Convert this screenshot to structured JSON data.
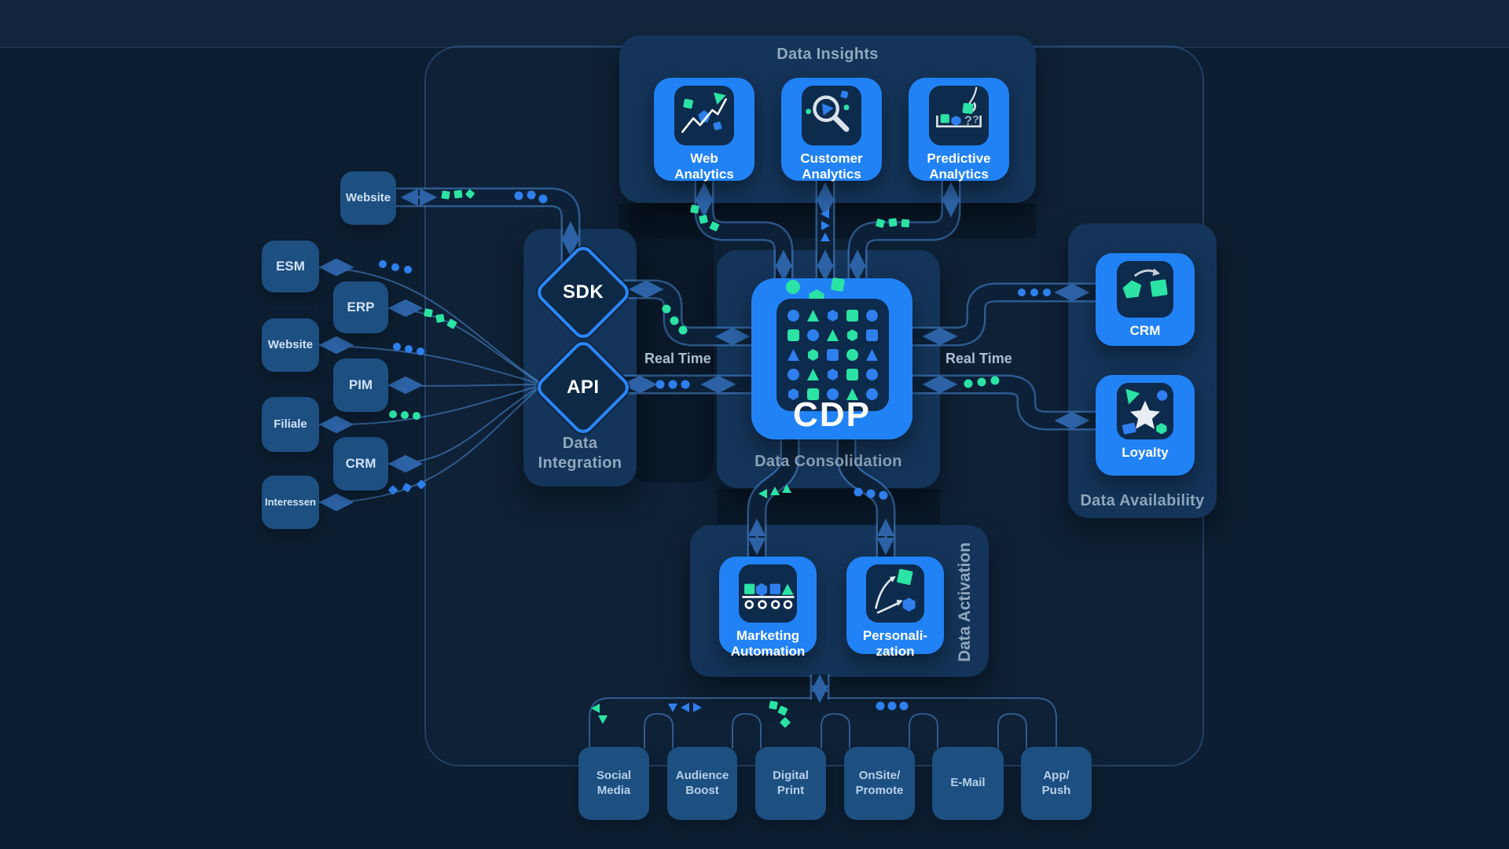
{
  "colors": {
    "bg": "#0c1e31",
    "band": "#12273d",
    "panel": "#143459",
    "bright": "#2182f6",
    "icondark": "#0d2b4d",
    "node": "#1d4f81",
    "nodetext": "#cfe3f7",
    "caption": "#90a7bd",
    "green": "#2be3a4",
    "dotblue": "#2f80ee",
    "arrow": "#2d63a6",
    "pipefill": "#0c2138",
    "muted": "#aabfd2"
  },
  "insights": {
    "title": "Data Insights",
    "boxes": [
      {
        "label": "Web\nAnalytics"
      },
      {
        "label": "Customer\nAnalytics"
      },
      {
        "label": "Predictive\nAnalytics"
      }
    ]
  },
  "integration": {
    "title": "Data\nIntegration",
    "diamonds": [
      {
        "label": "SDK"
      },
      {
        "label": "API"
      }
    ]
  },
  "consolidation": {
    "title": "Data Consolidation",
    "cdp_label": "CDP",
    "grid": [
      "c-b,t-g,h-b,s-g,c-b",
      "s-g,c-b,t-g,h-g,s-b",
      "t-b,h-g,s-b,c-g,t-b",
      "c-b,t-g,h-b,s-g,c-b",
      "h-b,s-g,c-b,t-g,c-b"
    ]
  },
  "availability": {
    "title": "Data Availability",
    "boxes": [
      {
        "label": "CRM"
      },
      {
        "label": "Loyalty"
      }
    ]
  },
  "activation": {
    "title": "Data Activation",
    "boxes": [
      {
        "label": "Marketing\nAutomation"
      },
      {
        "label": "Personali-\nzation"
      }
    ]
  },
  "sources": [
    {
      "label": "Website"
    },
    {
      "label": "ESM"
    },
    {
      "label": "ERP"
    },
    {
      "label": "Website"
    },
    {
      "label": "PIM"
    },
    {
      "label": "Filiale"
    },
    {
      "label": "CRM"
    },
    {
      "label": "Interessen"
    }
  ],
  "outputs": [
    {
      "label": "Social\nMedia"
    },
    {
      "label": "Audience\nBoost"
    },
    {
      "label": "Digital\nPrint"
    },
    {
      "label": "OnSite/\nPromote"
    },
    {
      "label": "E-Mail"
    },
    {
      "label": "App/\nPush"
    }
  ],
  "labels": {
    "real_time_left": "Real Time",
    "real_time_right": "Real Time"
  }
}
